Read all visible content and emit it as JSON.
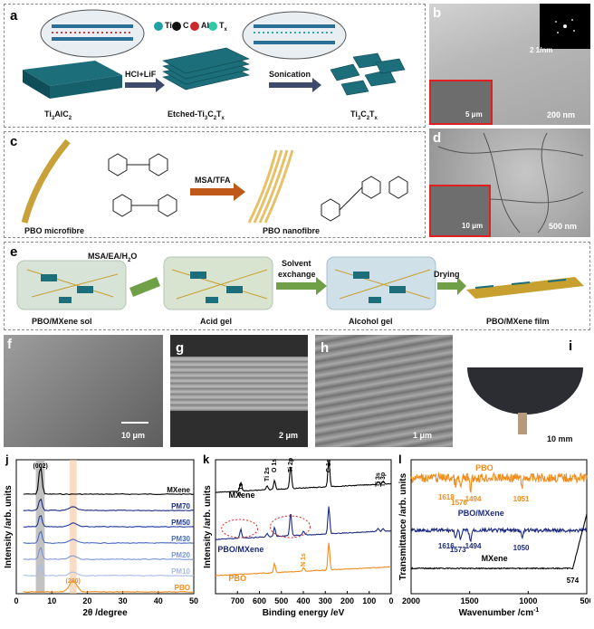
{
  "panels": {
    "a": {
      "label": "a",
      "legend": [
        "Ti",
        "C",
        "Al",
        "T"
      ],
      "legend_sub": "x",
      "step1": "HCl+LiF",
      "step2": "Sonication",
      "left": "Ti",
      "left_sub1": "3",
      "left_mid": "AlC",
      "left_sub2": "2",
      "mid": "Etched-Ti",
      "mid_sub1": "3",
      "mid_mid": "C",
      "mid_sub2": "2",
      "mid_end": "T",
      "mid_sub3": "x",
      "right": "Ti",
      "right_sub1": "3",
      "right_mid": "C",
      "right_sub2": "2",
      "right_end": "T",
      "right_sub3": "x"
    },
    "b": {
      "label": "b",
      "fft": "2 1/nm",
      "inset_scale": "5 μm",
      "scale": "200 nm"
    },
    "c": {
      "label": "c",
      "step": "MSA/TFA",
      "left": "PBO microfibre",
      "right": "PBO nanofibre"
    },
    "d": {
      "label": "d",
      "inset_scale": "10 μm",
      "scale": "500 nm"
    },
    "e": {
      "label": "e",
      "step1": "MSA/EA/H",
      "step1_sub": "2",
      "step1_end": "O",
      "step2a": "Solvent",
      "step2b": "exchange",
      "step3": "Drying",
      "names": [
        "PBO/MXene sol",
        "Acid gel",
        "Alcohol gel",
        "PBO/MXene film"
      ]
    },
    "f": {
      "label": "f",
      "scale": "10 μm"
    },
    "g": {
      "label": "g",
      "scale": "2 μm"
    },
    "h": {
      "label": "h",
      "scale": "1 μm"
    },
    "i": {
      "label": "i",
      "scale": "10 mm"
    }
  },
  "chart_data": [
    {
      "type": "line",
      "panel": "j",
      "xlabel": "2θ  /degree",
      "ylabel": "Intensity /arb. units",
      "xlim": [
        0,
        50
      ],
      "xticks": [
        0,
        10,
        20,
        30,
        40,
        50
      ],
      "annotations": [
        "(002)",
        "(200)"
      ],
      "series": [
        {
          "name": "MXene",
          "color": "#000000"
        },
        {
          "name": "PM70",
          "color": "#1b2a80"
        },
        {
          "name": "PM50",
          "color": "#1f3a9a"
        },
        {
          "name": "PM30",
          "color": "#4a6cc2"
        },
        {
          "name": "PM20",
          "color": "#7b97d8"
        },
        {
          "name": "PM10",
          "color": "#a9bbe6"
        },
        {
          "name": "PBO",
          "color": "#f08c1e"
        }
      ]
    },
    {
      "type": "line",
      "panel": "k",
      "xlabel": "Binding energy /eV",
      "ylabel": "Intensity /arb. units",
      "xlim": [
        800,
        0
      ],
      "xticks": [
        700,
        600,
        500,
        400,
        300,
        200,
        100,
        0
      ],
      "annotations": [
        "F 1s",
        "Ti 2s",
        "O 1s",
        "Ti 2p",
        "C 1s",
        "Ti 3s",
        "Ti 3p",
        "N 1s"
      ],
      "series": [
        {
          "name": "MXene",
          "color": "#000000"
        },
        {
          "name": "PBO/MXene",
          "color": "#1b2a80"
        },
        {
          "name": "PBO",
          "color": "#f08c1e"
        }
      ]
    },
    {
      "type": "line",
      "panel": "l",
      "xlabel": "Wavenumber /cm",
      "xlabel_sup": "-1",
      "ylabel": "Transmittance /arb. units",
      "xlim": [
        2000,
        500
      ],
      "xticks": [
        2000,
        1500,
        1000,
        500
      ],
      "annotations": {
        "PBO": [
          "1618",
          "1576",
          "1494",
          "1051"
        ],
        "PBO/MXene": [
          "1616",
          "1573",
          "1494",
          "1050"
        ],
        "MXene": [
          "574"
        ]
      },
      "series": [
        {
          "name": "PBO",
          "color": "#f08c1e"
        },
        {
          "name": "PBO/MXene",
          "color": "#1b2a80"
        },
        {
          "name": "MXene",
          "color": "#000000"
        }
      ]
    }
  ]
}
